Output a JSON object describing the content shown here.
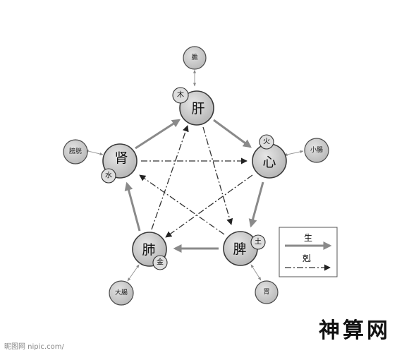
{
  "organs": {
    "liver": {
      "label": "肝",
      "element": "木",
      "paired": "膽"
    },
    "heart": {
      "label": "心",
      "element": "火",
      "paired": "小腸"
    },
    "spleen": {
      "label": "脾",
      "element": "土",
      "paired": "胃"
    },
    "lung": {
      "label": "肺",
      "element": "金",
      "paired": "大腸"
    },
    "kidney": {
      "label": "肾",
      "element": "水",
      "paired": "膀胱"
    }
  },
  "legend": {
    "generate_label": "生",
    "control_label": "剋"
  },
  "footer": {
    "watermark": "昵图网 nipic.com/",
    "brand": "神算网"
  },
  "colors": {
    "generate_arrow": "#8a8a8a",
    "control_arrow": "#333333",
    "node_fill": "#c4c4c4"
  }
}
